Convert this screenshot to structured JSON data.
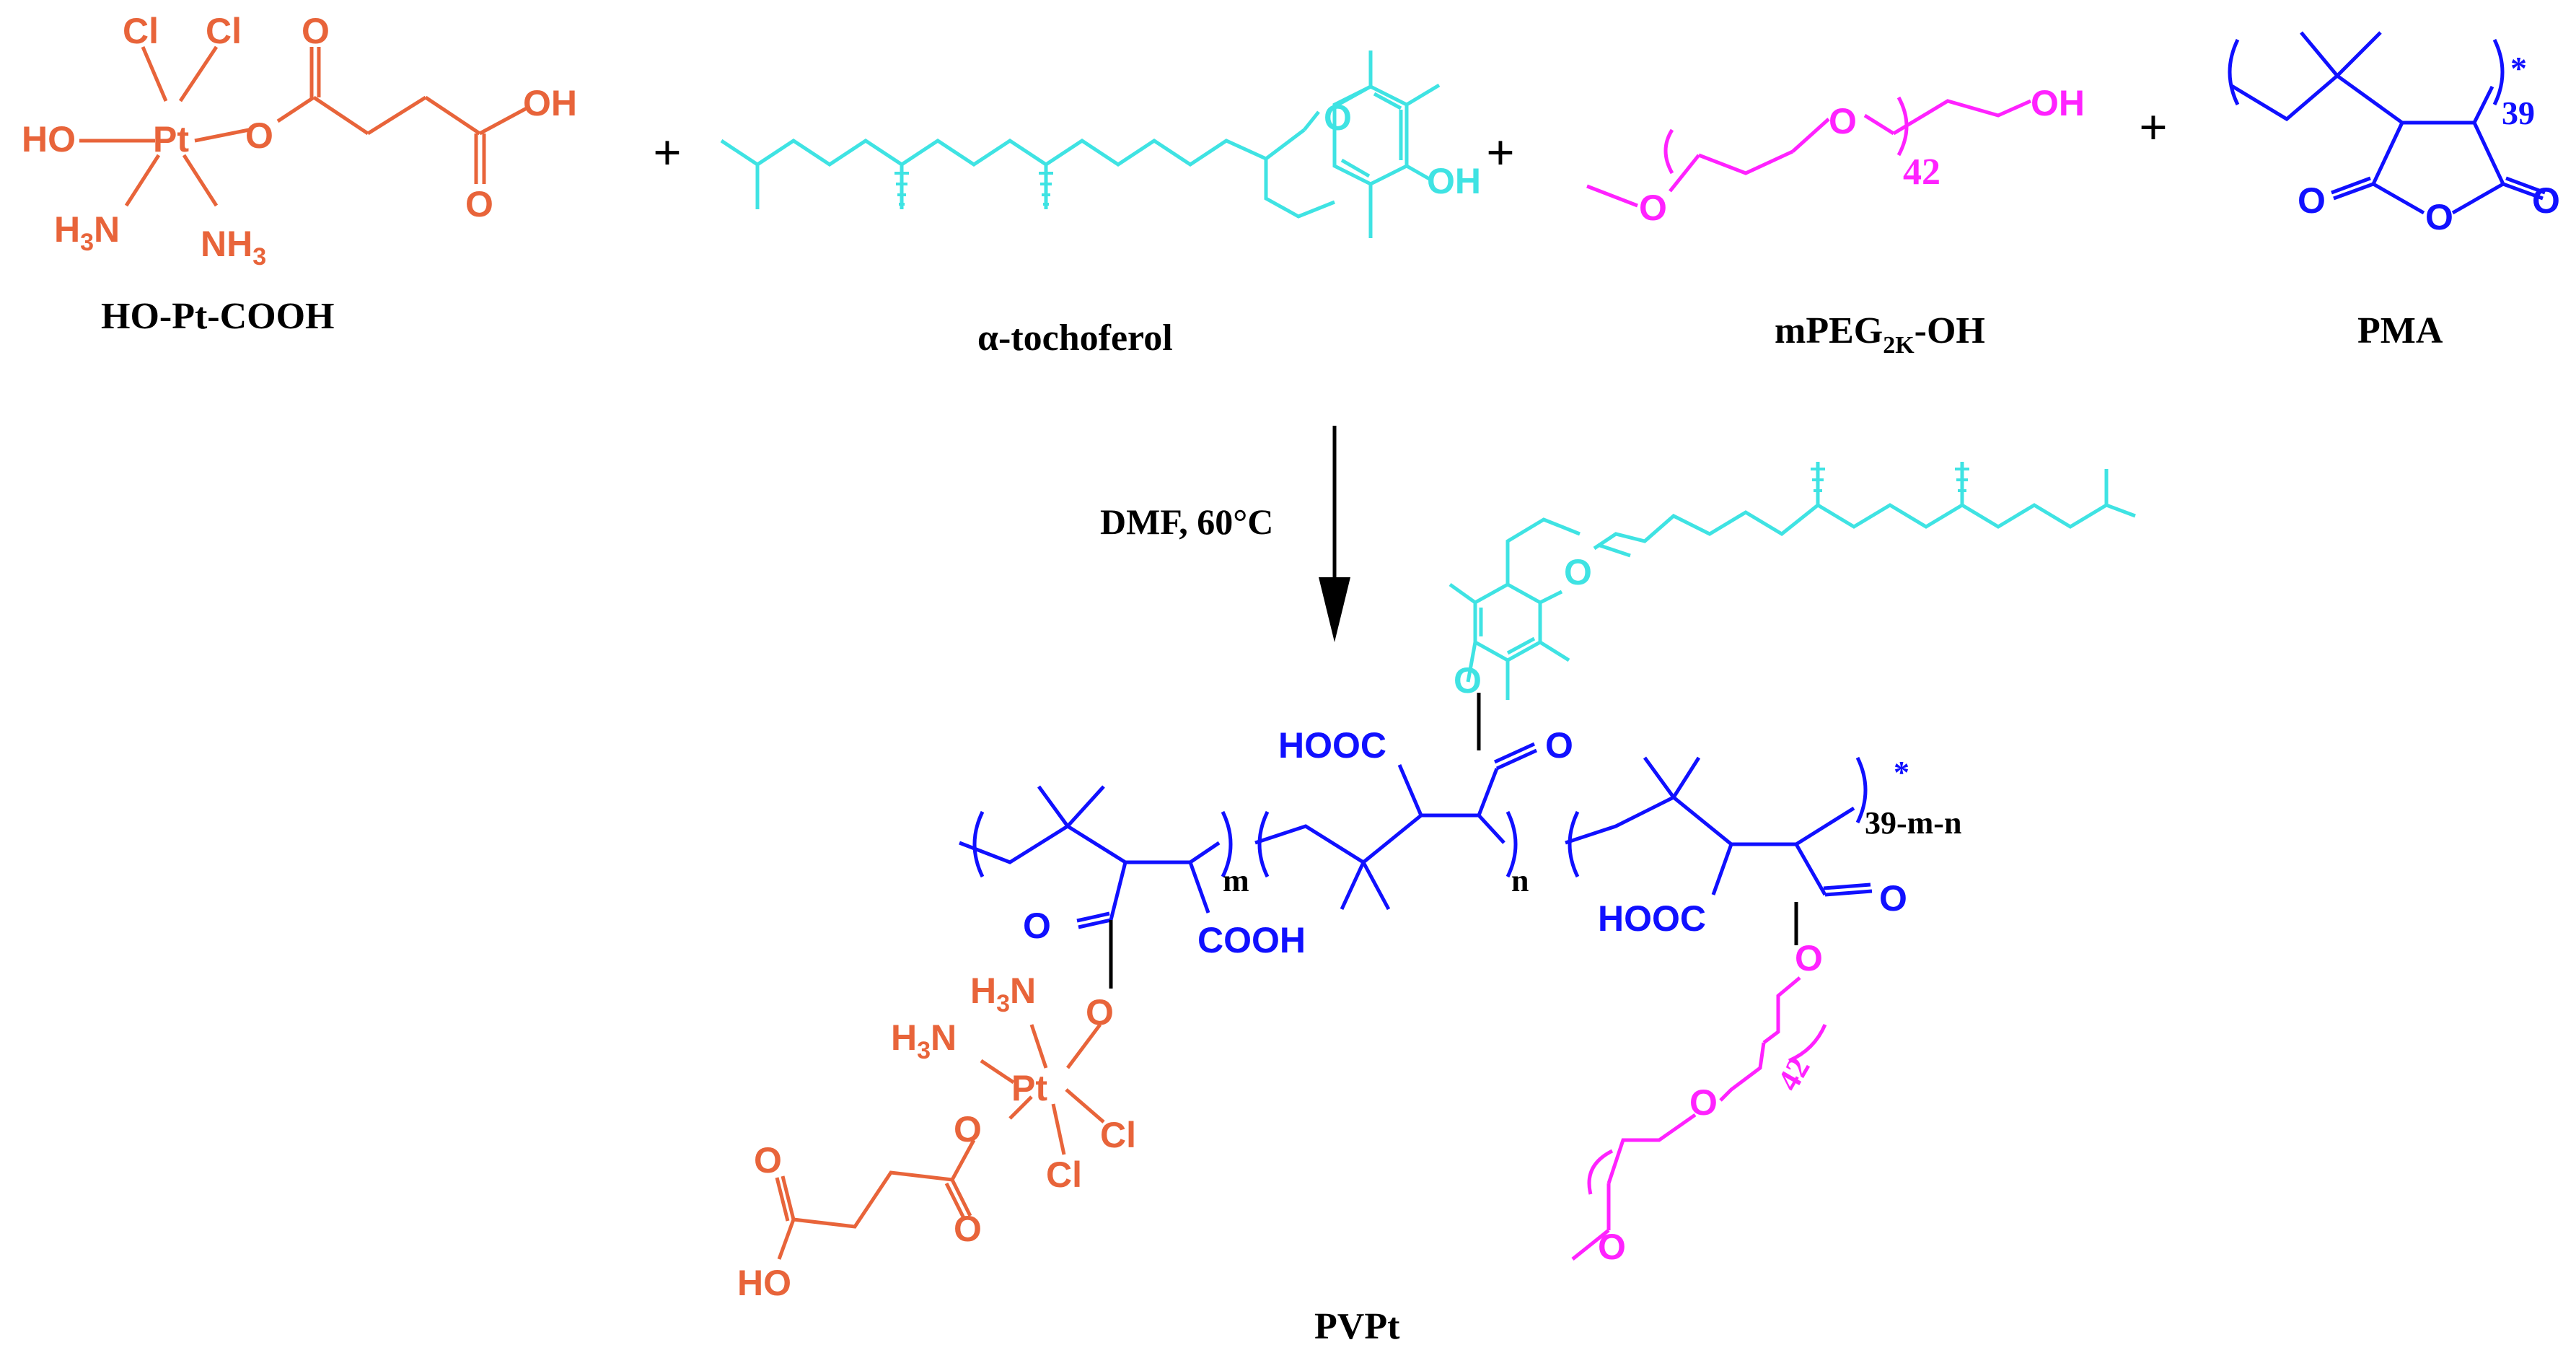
{
  "colors": {
    "platinum": "#E8643A",
    "tocopherol": "#3FE3E3",
    "peg": "#FF22FF",
    "pma": "#1010FF",
    "black": "#000000"
  },
  "reactants": {
    "plus": "+",
    "pt": {
      "name": "HO-Pt-COOH",
      "cl": "Cl",
      "pt": "Pt",
      "ho": "HO",
      "o": "O",
      "oh": "OH",
      "h3n": "H",
      "n": "N",
      "nh": "NH",
      "three": "3"
    },
    "toco": {
      "name": "α-tochoferol",
      "o": "O",
      "oh": "OH"
    },
    "peg": {
      "name_main": "mPEG",
      "name_sub": "2K",
      "name_tail": "-OH",
      "o": "O",
      "oh": "OH",
      "repeat": "42"
    },
    "pma": {
      "name": "PMA",
      "o": "O",
      "repeat": "39",
      "star": "*"
    }
  },
  "reaction": {
    "conditions": "DMF, 60°C"
  },
  "product": {
    "name": "PVPt",
    "hooc": "HOOC",
    "cooh": "COOH",
    "o": "O",
    "m": "m",
    "n": "n",
    "tail_repeat": "39-m-n",
    "star": "*",
    "peg_repeat": "42",
    "h3n": "H",
    "n_atom": "N",
    "three": "3",
    "pt": "Pt",
    "cl": "Cl",
    "ho": "HO"
  }
}
